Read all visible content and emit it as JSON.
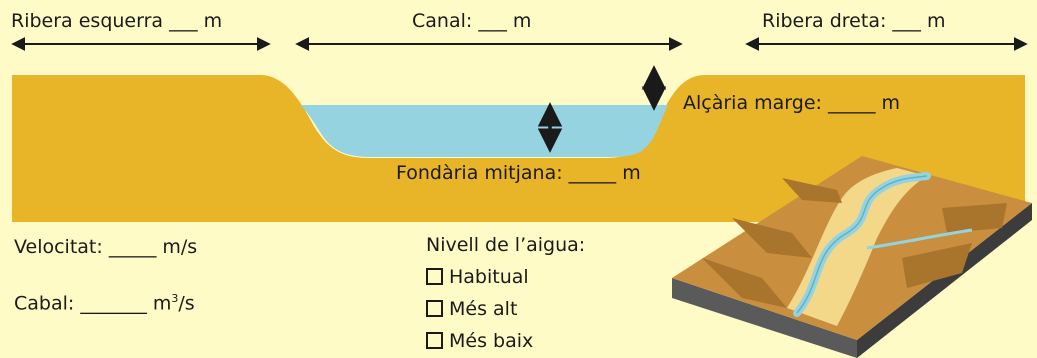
{
  "top_labels": {
    "left_bank": "Ribera esquerra ___ m",
    "channel": "Canal: ___ m",
    "right_bank": "Ribera dreta: ___ m"
  },
  "profile_labels": {
    "bank_height": "Alçària marge: _____ m",
    "mean_depth": "Fondària mitjana: _____ m"
  },
  "measurements": {
    "velocity": "Velocitat: _____ m/s",
    "discharge_prefix": "Cabal: _______ m",
    "discharge_exp": "3",
    "discharge_suffix": "/s"
  },
  "water_level": {
    "title": "Nivell de l’aigua:",
    "options": [
      "Habitual",
      "Més alt",
      "Més baix"
    ]
  },
  "colors": {
    "background": "#fefbc6",
    "ground": "#e8b428",
    "water": "#94d3df",
    "rock": "#c98f3e",
    "sand": "#f3d88a"
  }
}
